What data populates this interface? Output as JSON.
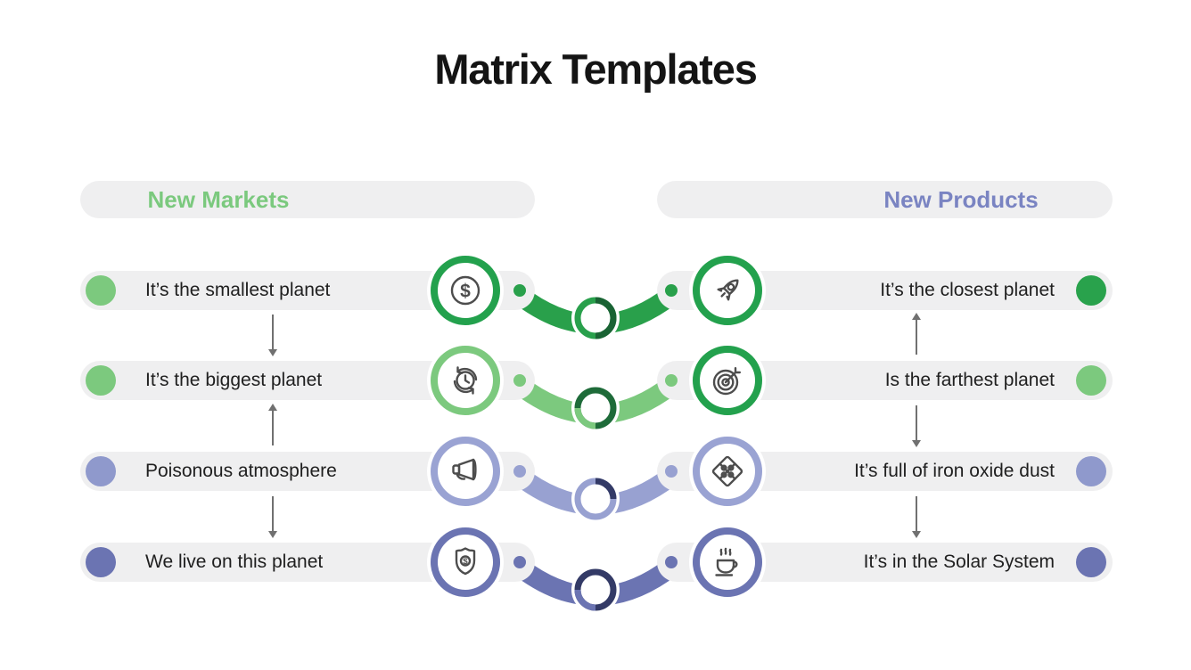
{
  "title": "Matrix Templates",
  "columns": {
    "left": {
      "label": "New Markets",
      "color": "#7BC97E"
    },
    "right": {
      "label": "New Products",
      "color": "#7A84C2"
    }
  },
  "rows": [
    {
      "left": {
        "text": "It’s the smallest planet",
        "dot_color": "#7CC97E",
        "ring_color": "#23A14D",
        "icon": "dollar-circle-icon"
      },
      "right": {
        "text": "It’s the closest planet",
        "dot_color": "#29A24C",
        "ring_color": "#23A14D",
        "icon": "rocket-icon"
      },
      "connector": {
        "band": "#29A04B",
        "dots": "#29A04B",
        "ring_main": "#29A04C",
        "ring_accent": "#1A6334"
      }
    },
    {
      "left": {
        "text": "It’s the biggest planet",
        "dot_color": "#7CC97E",
        "ring_color": "#7CC97E",
        "icon": "clock-refresh-icon"
      },
      "right": {
        "text": "Is the farthest planet",
        "dot_color": "#7CC97E",
        "ring_color": "#23A14D",
        "icon": "target-icon"
      },
      "connector": {
        "band": "#7CC97E",
        "dots": "#7CC97E",
        "ring_main": "#1E6B39",
        "ring_accent": "#7CC97E"
      }
    },
    {
      "left": {
        "text": "Poisonous atmosphere",
        "dot_color": "#8F99CC",
        "ring_color": "#9AA3D3",
        "icon": "megaphone-icon"
      },
      "right": {
        "text": "It’s full of iron oxide dust",
        "dot_color": "#8F99CC",
        "ring_color": "#9AA3D3",
        "icon": "puzzle-icon"
      },
      "connector": {
        "band": "#98A1D1",
        "dots": "#98A1D1",
        "ring_main": "#98A1D1",
        "ring_accent": "#333A66"
      }
    },
    {
      "left": {
        "text": "We live on this planet",
        "dot_color": "#6B74B2",
        "ring_color": "#6B74B2",
        "icon": "shield-dollar-icon"
      },
      "right": {
        "text": "It’s in the Solar System",
        "dot_color": "#6B74B2",
        "ring_color": "#6B74B2",
        "icon": "coffee-cup-icon"
      },
      "connector": {
        "band": "#6B74B2",
        "dots": "#6B74B2",
        "ring_main": "#333A66",
        "ring_accent": "#6B74B2"
      }
    }
  ],
  "arrows": {
    "left": [
      "down",
      "up",
      "down"
    ],
    "right": [
      "up",
      "down",
      "down"
    ]
  },
  "palette": {
    "pill": "#EFEFF0",
    "text": "#202020",
    "arrow": "#707070",
    "icon_stroke": "#4D4D4D",
    "title": "#141414"
  }
}
